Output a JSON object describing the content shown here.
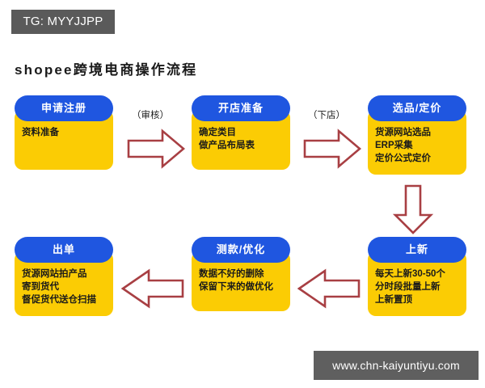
{
  "badge": {
    "text": "TG: MYYJJPP"
  },
  "title": {
    "text": "shopee跨境电商操作流程"
  },
  "watermark": {
    "text": "www.chn-kaiyuntiyu.com"
  },
  "colors": {
    "header_blue": "#1f56e0",
    "body_yellow": "#fbcc04",
    "arrow_red": "#a83f43",
    "badge_gray": "#5a5a5a",
    "watermark_gray": "#5f5f5f"
  },
  "nodes": [
    {
      "id": "apply",
      "header": "申请注册",
      "lines": [
        "资料准备"
      ]
    },
    {
      "id": "prepare",
      "header": "开店准备",
      "lines": [
        "确定类目",
        "做产品布局表"
      ]
    },
    {
      "id": "select",
      "header": "选品/定价",
      "lines": [
        "货源网站选品",
        "ERP采集",
        "定价公式定价"
      ]
    },
    {
      "id": "listing",
      "header": "上新",
      "lines": [
        "每天上新30-50个",
        "分时段批量上新",
        "上新置顶"
      ]
    },
    {
      "id": "optimize",
      "header": "测款/优化",
      "lines": [
        "数据不好的删除",
        "保留下来的做优化"
      ]
    },
    {
      "id": "order",
      "header": "出单",
      "lines": [
        "货源网站拍产品",
        "寄到货代",
        "督促货代送仓扫描"
      ]
    }
  ],
  "arrow_labels": [
    {
      "id": "review",
      "text": "（审核）"
    },
    {
      "id": "open-shop",
      "text": "（下店）"
    }
  ]
}
